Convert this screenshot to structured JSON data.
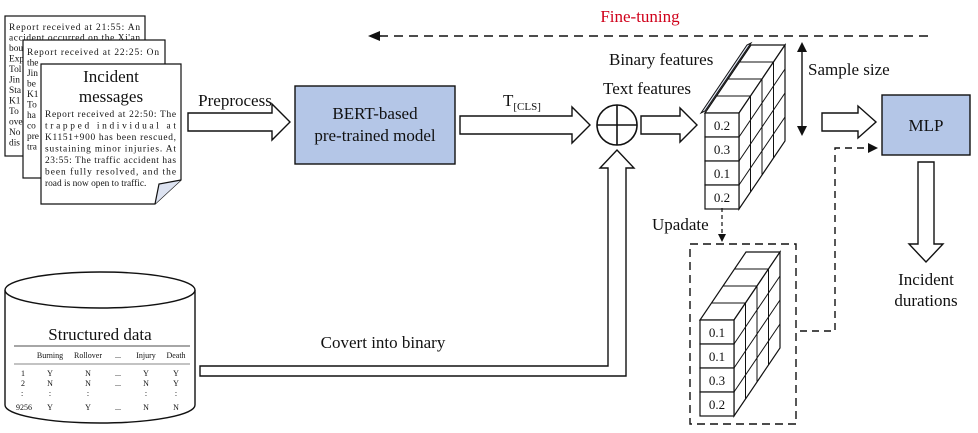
{
  "fine_tuning_label": "Fine-tuning",
  "documents": {
    "back": {
      "lines": [
        "Report received at 21:55: An",
        "accident occurred on the Xi'an",
        "bou",
        "Exp",
        "Tol",
        "Jin",
        "Sta",
        "K1",
        "To",
        "ove",
        "No",
        "dis"
      ]
    },
    "middle": {
      "lines": [
        "Report received at 22:25: On",
        "the",
        "Jin",
        "be",
        "K1",
        "To",
        "ha",
        "co",
        "pre",
        "tra"
      ]
    },
    "front": {
      "title_line1": "Incident",
      "title_line2": "messages",
      "body_lines": [
        "Report received at 22:50: The",
        "trapped individual at",
        "K1151+900 has been rescued,",
        "sustaining minor injuries. At",
        "23:55: The traffic accident has",
        "been fully resolved, and the",
        "road is now open to traffic."
      ]
    }
  },
  "preprocess_label": "Preprocess",
  "bert_box": {
    "line1": "BERT-based",
    "line2": "pre-trained model"
  },
  "tcls_label": {
    "main": "T",
    "sub": "[CLS]"
  },
  "binary_features_label": "Binary features",
  "text_features_label": "Text features",
  "sample_size_label": "Sample size",
  "top_cube_values": [
    "0.2",
    "0.3",
    "0.1",
    "0.2"
  ],
  "mlp_label": "MLP",
  "update_label": "Upadate",
  "bottom_cube_values": [
    "0.1",
    "0.1",
    "0.3",
    "0.2"
  ],
  "output_label": {
    "line1": "Incident",
    "line2": "durations"
  },
  "structured_data": {
    "title": "Structured data",
    "columns": [
      "Burning",
      "Rollover",
      "...",
      "Injury",
      "Death"
    ],
    "rows": [
      [
        "1",
        "Y",
        "N",
        "...",
        "Y",
        "Y"
      ],
      [
        "2",
        "N",
        "N",
        "...",
        "N",
        "Y"
      ],
      [
        ":",
        ":",
        ":",
        "",
        ":",
        ":"
      ],
      [
        "9256",
        "Y",
        "Y",
        "...",
        "N",
        "N"
      ]
    ]
  },
  "convert_label": "Covert into binary"
}
